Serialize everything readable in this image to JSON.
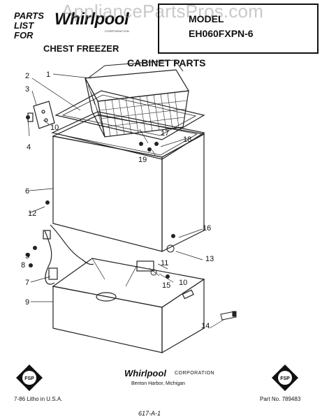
{
  "header": {
    "parts_list_lines": [
      "PARTS",
      "LIST",
      "FOR"
    ],
    "brand": "Whirlpool",
    "brand_sub": "CORPORATION",
    "product": "CHEST FREEZER",
    "watermark": "AppliancePartsPros.com"
  },
  "model_box": {
    "label": "MODEL",
    "number": "EH060FXPN-6"
  },
  "section_title": "CABINET PARTS",
  "callouts": [
    "1",
    "2",
    "3",
    "4",
    "5",
    "6",
    "7",
    "8",
    "9",
    "10",
    "10",
    "11",
    "12",
    "13",
    "14",
    "15",
    "16",
    "17",
    "18",
    "19"
  ],
  "footer": {
    "brand": "Whirlpool",
    "corp": "CORPORATION",
    "address": "Benton Harbor, Michigan",
    "left_note": "7-86 Litho in U.S.A.",
    "part_no": "Part No. 789483",
    "page_code": "617-A-1",
    "logo_text": "FSP"
  }
}
